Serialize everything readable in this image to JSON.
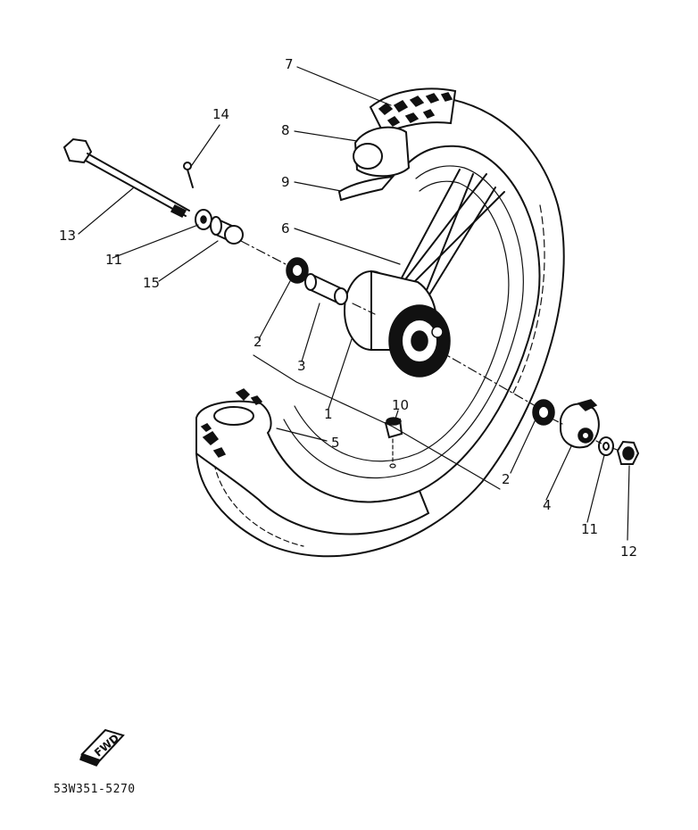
{
  "callouts": {
    "c1": "1",
    "c2a": "2",
    "c2b": "2",
    "c3": "3",
    "c4": "4",
    "c5": "5",
    "c6": "6",
    "c7": "7",
    "c8": "8",
    "c9": "9",
    "c10": "10",
    "c11a": "11",
    "c11b": "11",
    "c12": "12",
    "c13": "13",
    "c14": "14",
    "c15": "15"
  },
  "fwd_badge": "FWD",
  "drawing_code": "53W351-5270"
}
